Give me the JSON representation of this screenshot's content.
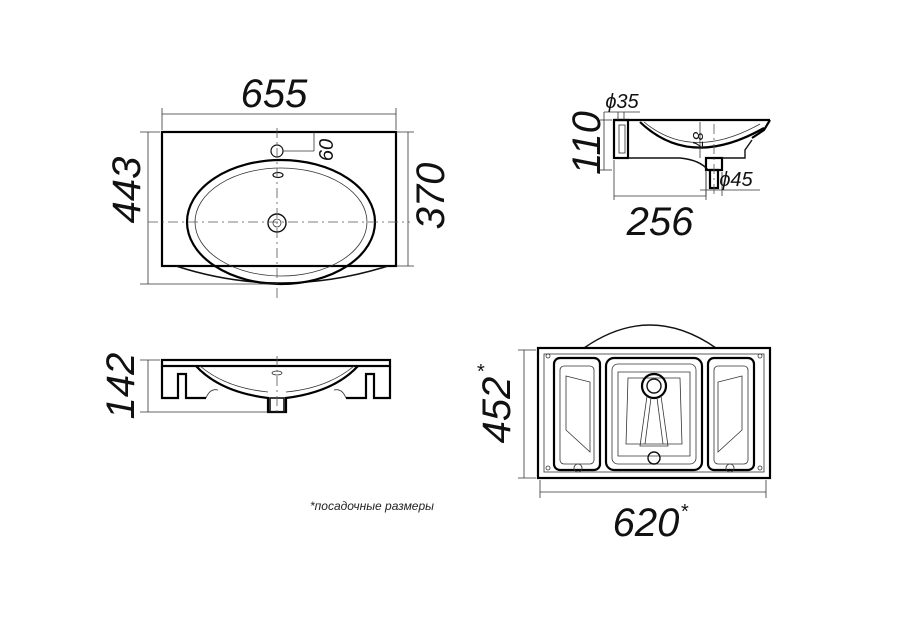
{
  "top_view": {
    "width_mm": "655",
    "depth_mm": "443",
    "inner_depth_mm": "370",
    "tap_offset_mm": "60"
  },
  "side_view": {
    "height_mm": "110",
    "drain_diameter": "ϕ35",
    "overflow_diameter": "ϕ45",
    "depth_mm": "256",
    "inner_height_mm": "87"
  },
  "front_view": {
    "height_mm": "142"
  },
  "bottom_view": {
    "height_mm": "452",
    "width_mm": "620",
    "asterisk": "*"
  },
  "footnote": "*посадочные размеры"
}
